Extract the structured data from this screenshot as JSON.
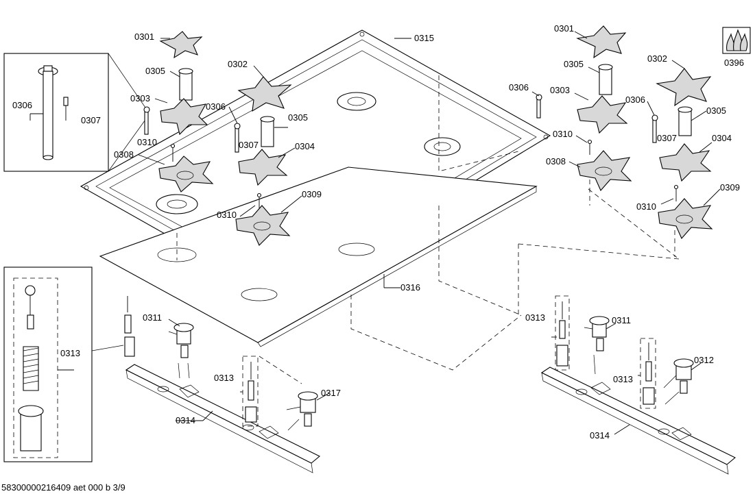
{
  "callouts": {
    "c0301_a": "0301",
    "c0301_b": "0301",
    "c0302_a": "0302",
    "c0302_b": "0302",
    "c0303_a": "0303",
    "c0303_b": "0303",
    "c0304_a": "0304",
    "c0304_b": "0304",
    "c0305_a": "0305",
    "c0305_b": "0305",
    "c0305_c": "0305",
    "c0305_d": "0305",
    "c0306_a": "0306",
    "c0306_b": "0306",
    "c0306_c": "0306",
    "c0306_d": "0306",
    "c0307_a": "0307",
    "c0307_b": "0307",
    "c0307_c": "0307",
    "c0308_a": "0308",
    "c0308_b": "0308",
    "c0309_a": "0309",
    "c0309_b": "0309",
    "c0310_a": "0310",
    "c0310_b": "0310",
    "c0310_c": "0310",
    "c0310_d": "0310",
    "c0311_a": "0311",
    "c0311_b": "0311",
    "c0312": "0312",
    "c0313_a": "0313",
    "c0313_b": "0313",
    "c0313_c": "0313",
    "c0313_d": "0313",
    "c0314_a": "0314",
    "c0314_b": "0314",
    "c0315": "0315",
    "c0316": "0316",
    "c0317": "0317",
    "c0396": "0396"
  },
  "footer": {
    "code": "58300000216409 aet 000 b 3/9"
  },
  "icons": {
    "gas_flame_icon": "gas-flame-symbol"
  }
}
